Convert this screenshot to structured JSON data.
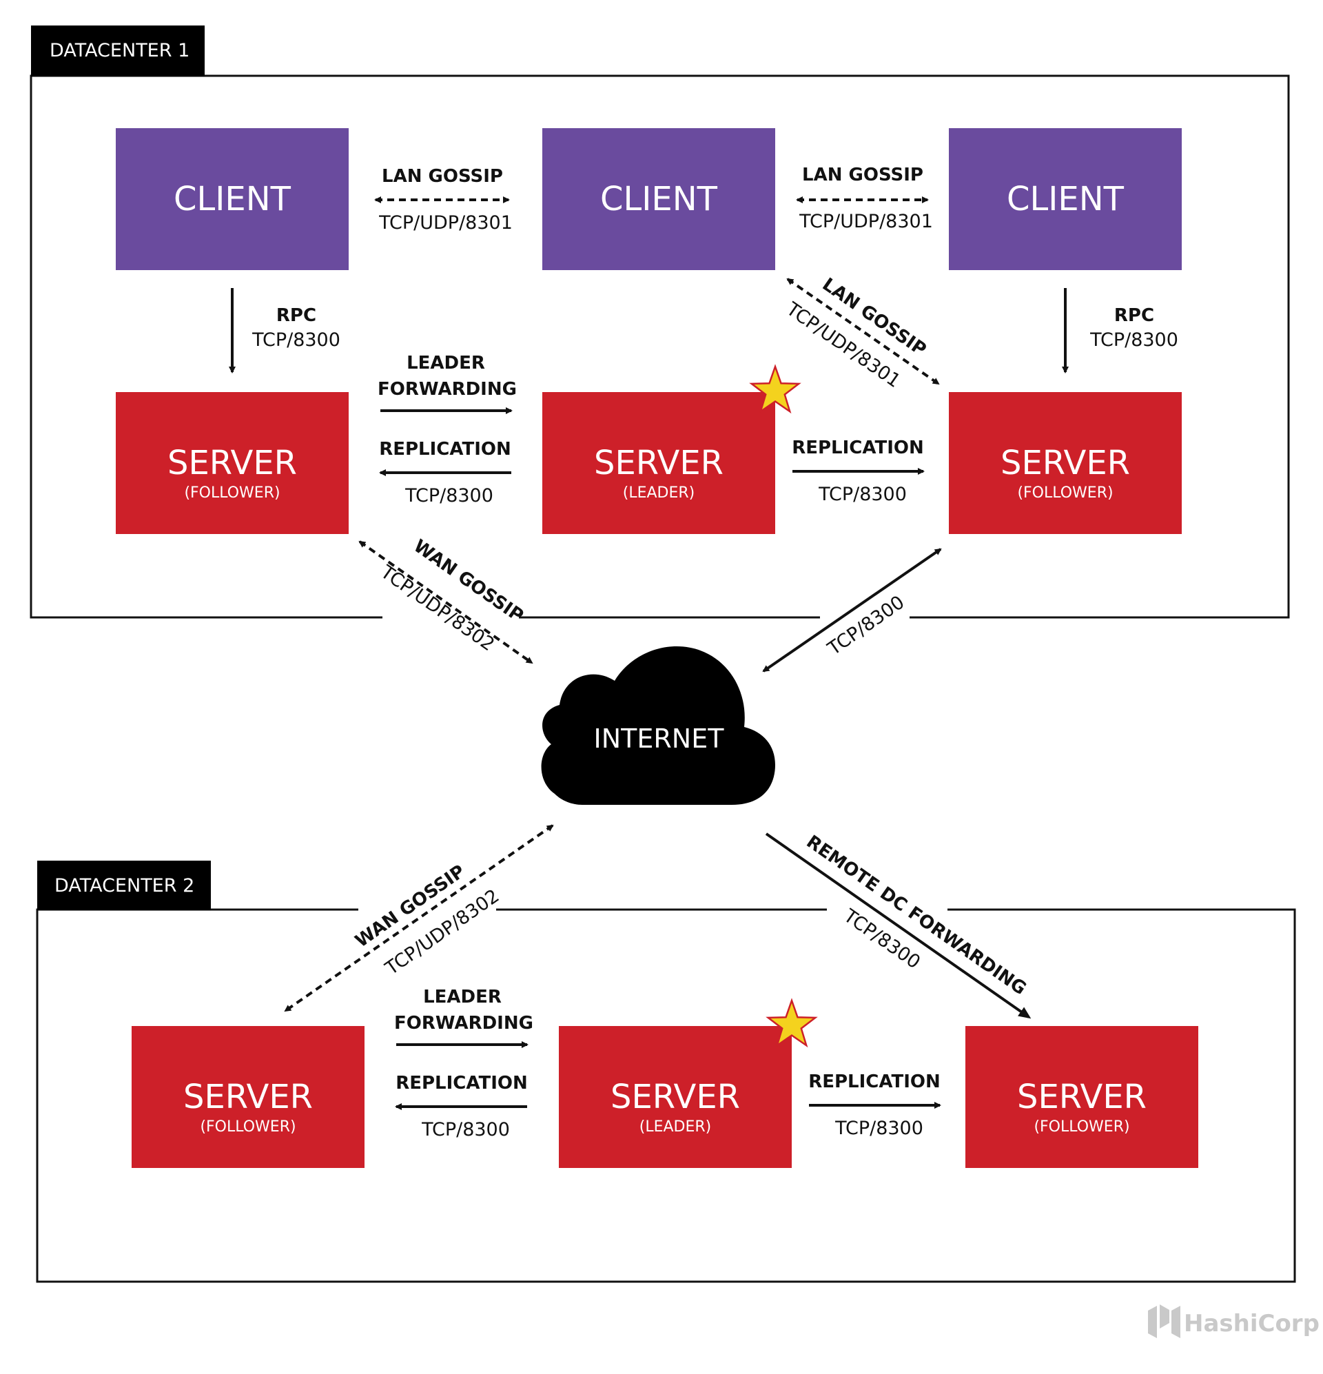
{
  "colors": {
    "client": "#6a4b9e",
    "server": "#cd2029",
    "star": "#f4d21e",
    "ink": "#111111",
    "logo": "#c9c9c9"
  },
  "datacenter1": {
    "label": "DATACENTER 1",
    "clients": [
      {
        "title": "CLIENT"
      },
      {
        "title": "CLIENT"
      },
      {
        "title": "CLIENT"
      }
    ],
    "servers": [
      {
        "title": "SERVER",
        "role": "(FOLLOWER)"
      },
      {
        "title": "SERVER",
        "role": "(LEADER)"
      },
      {
        "title": "SERVER",
        "role": "(FOLLOWER)"
      }
    ],
    "lan_gossip_1": {
      "name": "LAN GOSSIP",
      "port": "TCP/UDP/8301"
    },
    "lan_gossip_2": {
      "name": "LAN GOSSIP",
      "port": "TCP/UDP/8301"
    },
    "lan_gossip_diag": {
      "name": "LAN GOSSIP",
      "port": "TCP/UDP/8301"
    },
    "rpc_left": {
      "name": "RPC",
      "port": "TCP/8300"
    },
    "rpc_right": {
      "name": "RPC",
      "port": "TCP/8300"
    },
    "leader_forwarding": {
      "line1": "LEADER",
      "line2": "FORWARDING"
    },
    "replication_left": {
      "name": "REPLICATION",
      "port": "TCP/8300"
    },
    "replication_right": {
      "name": "REPLICATION",
      "port": "TCP/8300"
    },
    "wan_gossip": {
      "name": "WAN GOSSIP",
      "port": "TCP/UDP/8302"
    },
    "internet_link": {
      "port": "TCP/8300"
    }
  },
  "internet": {
    "label": "INTERNET"
  },
  "datacenter2": {
    "label": "DATACENTER 2",
    "servers": [
      {
        "title": "SERVER",
        "role": "(FOLLOWER)"
      },
      {
        "title": "SERVER",
        "role": "(LEADER)"
      },
      {
        "title": "SERVER",
        "role": "(FOLLOWER)"
      }
    ],
    "wan_gossip": {
      "name": "WAN GOSSIP",
      "port": "TCP/UDP/8302"
    },
    "remote_dc_forwarding": {
      "name": "REMOTE DC FORWARDING",
      "port": "TCP/8300"
    },
    "leader_forwarding": {
      "line1": "LEADER",
      "line2": "FORWARDING"
    },
    "replication_left": {
      "name": "REPLICATION",
      "port": "TCP/8300"
    },
    "replication_right": {
      "name": "REPLICATION",
      "port": "TCP/8300"
    }
  },
  "logo": {
    "text": "HashiCorp",
    "icon": "hashicorp-logo-icon"
  }
}
